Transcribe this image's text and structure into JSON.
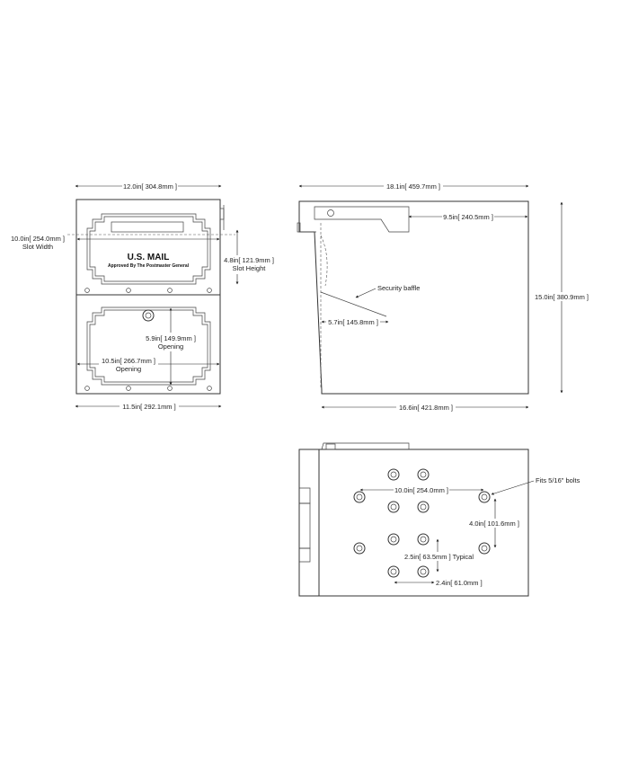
{
  "front_view": {
    "top_width": "12.0in[ 304.8mm ]",
    "slot_width": "10.0in[ 254.0mm ]",
    "slot_width_label": "Slot Width",
    "slot_height": "4.8in[ 121.9mm ]",
    "slot_height_label": "Slot Height",
    "door_title": "U.S. MAIL",
    "door_subtitle": "Approved By The Postmaster General",
    "opening_height": "5.9in[ 149.9mm ]",
    "opening_height_label": "Opening",
    "opening_width": "10.5in[ 266.7mm ]",
    "opening_width_label": "Opening",
    "bottom_width": "11.5in[ 292.1mm ]"
  },
  "side_view": {
    "total_length": "18.1in[ 459.7mm ]",
    "flag_offset": "9.5in[ 240.5mm ]",
    "baffle_label": "Security baffle",
    "baffle_depth": "5.7in[ 145.8mm ]",
    "height": "15.0in[ 380.9mm ]",
    "bottom_length": "16.6in[ 421.8mm ]"
  },
  "bottom_view": {
    "bolt_label": "Fits 5/16\" bolts",
    "hole_spacing_x": "10.0in[ 254.0mm ]",
    "hole_spacing_y": "4.0in[ 101.6mm ]",
    "typical_spacing": "2.5in[ 63.5mm ]",
    "typical_label": "Typical",
    "small_spacing": "2.4in[ 61.0mm ]"
  },
  "colors": {
    "line": "#333333",
    "background": "#ffffff"
  }
}
